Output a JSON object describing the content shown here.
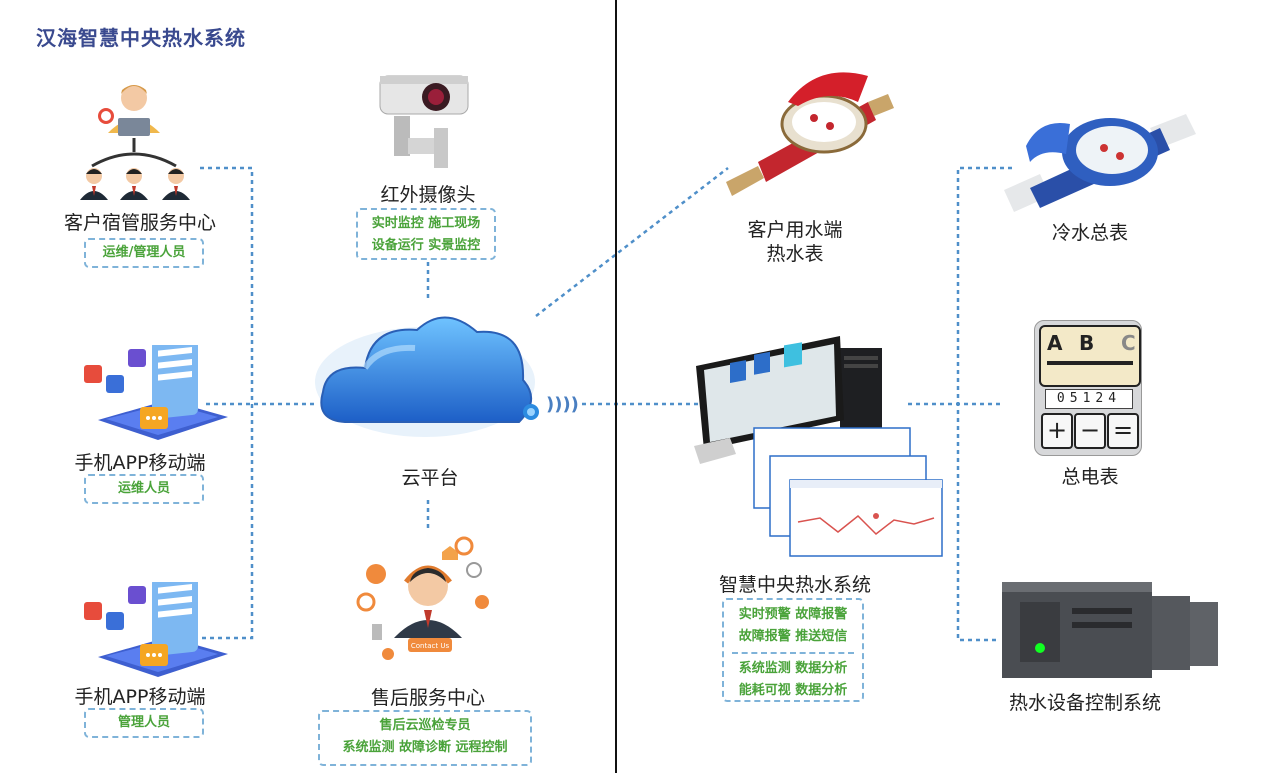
{
  "title": "汉海智慧中央热水系统",
  "left": {
    "dorm_center": {
      "label": "客户宿管服务中心",
      "tags": [
        "运维/管理人员"
      ]
    },
    "app_ops": {
      "label": "手机APP移动端",
      "tags": [
        "运维人员"
      ]
    },
    "app_mgmt": {
      "label": "手机APP移动端",
      "tags": [
        "管理人员"
      ]
    },
    "camera": {
      "label": "红外摄像头",
      "tags": [
        "实时监控 施工现场",
        "设备运行 实景监控"
      ]
    },
    "cloud": {
      "label": "云平台"
    },
    "aftersales": {
      "label": "售后服务中心",
      "tags": [
        "售后云巡检专员",
        "系统监测  故障诊断  远程控制"
      ],
      "badge": "Contact Us"
    }
  },
  "right": {
    "hot_meter": {
      "label_line1": "客户用水端",
      "label_line2": "热水表"
    },
    "cold_meter": {
      "label": "冷水总表"
    },
    "system": {
      "label": "智慧中央热水系统",
      "tags_a": [
        "实时预警  故障报警",
        "故障报警  推送短信"
      ],
      "tags_b": [
        "系统监测  数据分析",
        "能耗可视  数据分析"
      ]
    },
    "power_meter": {
      "label": "总电表",
      "letters": [
        "A",
        "B",
        "C"
      ],
      "digits": "05124",
      "keys": [
        "+",
        "−",
        "="
      ]
    },
    "plc": {
      "label": "热水设备控制系统"
    }
  },
  "colors": {
    "title": "#3a4a8f",
    "tag_text": "#4aa33a",
    "tag_border": "#7fb3d9",
    "connector": "#4f8fc9"
  }
}
